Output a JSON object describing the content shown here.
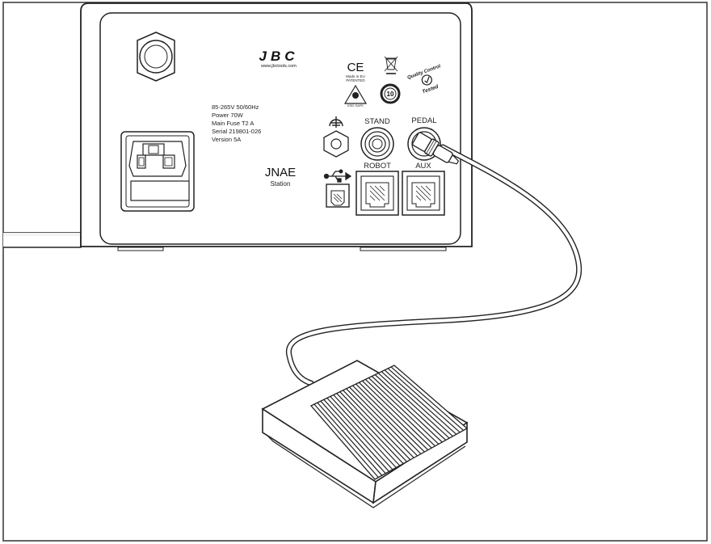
{
  "brand": {
    "logo_text": "JBC",
    "website": "www.jbctools.com"
  },
  "specs": [
    "85-265V 50/60Hz",
    "Power 70W",
    "Main Fuse T2 A",
    "Serial 219801-026",
    "Version 5A"
  ],
  "model": {
    "name": "JNAE",
    "subtitle": "Station"
  },
  "marks": {
    "ce": "CE",
    "made_in_eu": "Made in EU",
    "patented": "PATENTED",
    "esd_safe": "ESD SAFE",
    "rohs_years": "10",
    "quality_line1": "Quality Control",
    "quality_line2": "Tested"
  },
  "ports": {
    "stand": "STAND",
    "pedal": "PEDAL",
    "robot": "ROBOT",
    "aux": "AUX"
  },
  "colors": {
    "line": "#222222",
    "light_fill": "#f2f2f2",
    "panel_fill": "#ffffff"
  }
}
